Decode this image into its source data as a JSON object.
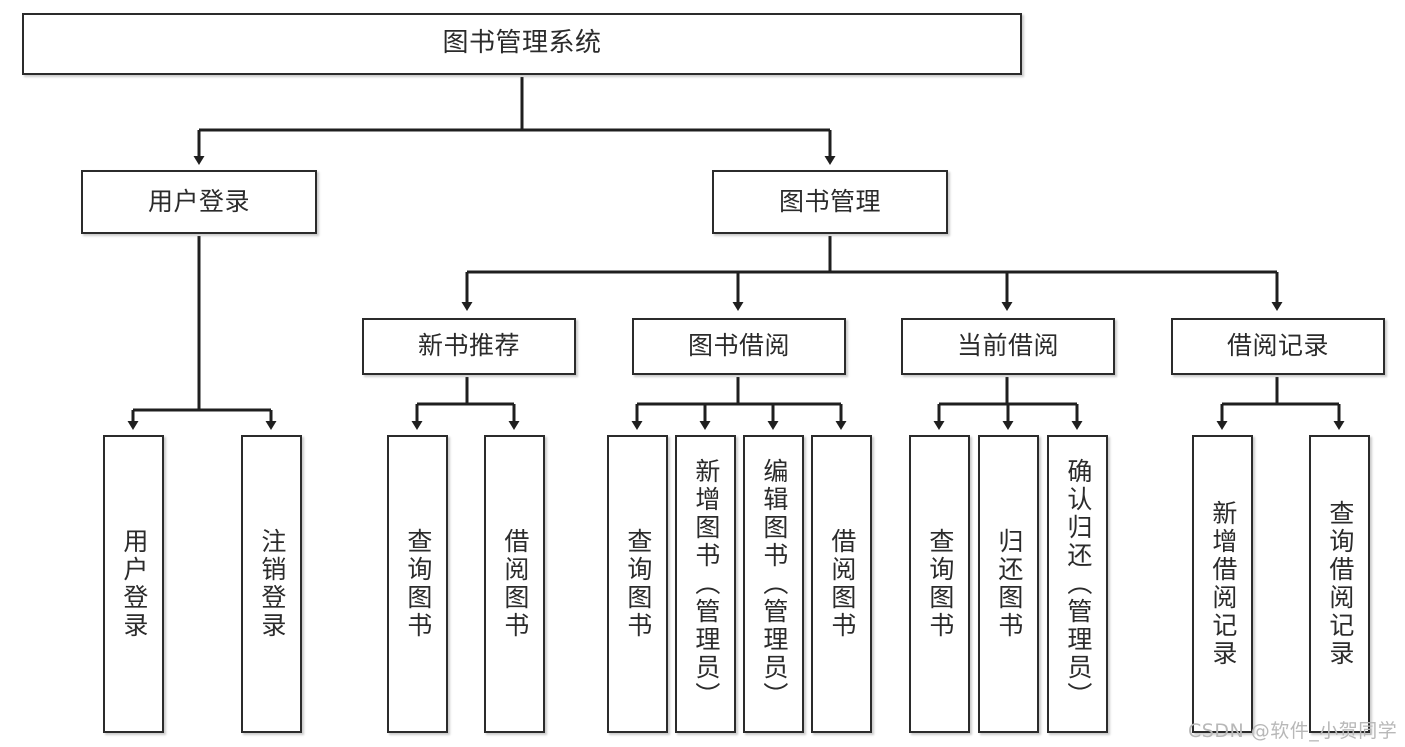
{
  "diagram": {
    "title": "图书管理系统",
    "type": "tree-hierarchy-diagram",
    "colors": {
      "box_border": "#2b2b2b",
      "box_fill": "#ffffff",
      "connector": "#1f1f1f",
      "text": "#2b2b2b",
      "watermark": "#b8b8b8",
      "background": "#ffffff"
    },
    "nodes": {
      "root": {
        "label": "图书管理系统"
      },
      "level2": [
        {
          "label": "用户登录"
        },
        {
          "label": "图书管理"
        }
      ],
      "level3": [
        {
          "label": "新书推荐"
        },
        {
          "label": "图书借阅"
        },
        {
          "label": "当前借阅"
        },
        {
          "label": "借阅记录"
        }
      ],
      "leaves_user_login": [
        {
          "label": "用户登录"
        },
        {
          "label": "注销登录"
        }
      ],
      "leaves_new_book": [
        {
          "label": "查询图书"
        },
        {
          "label": "借阅图书"
        }
      ],
      "leaves_book_borrow": [
        {
          "label": "查询图书"
        },
        {
          "label": "新增图书（管理员）"
        },
        {
          "label": "编辑图书（管理员）"
        },
        {
          "label": "借阅图书"
        }
      ],
      "leaves_current_borrow": [
        {
          "label": "查询图书"
        },
        {
          "label": "归还图书"
        },
        {
          "label": "确认归还（管理员）"
        }
      ],
      "leaves_borrow_record": [
        {
          "label": "新增借阅记录"
        },
        {
          "label": "查询借阅记录"
        }
      ]
    },
    "watermark": "CSDN @软件_小贺同学"
  }
}
